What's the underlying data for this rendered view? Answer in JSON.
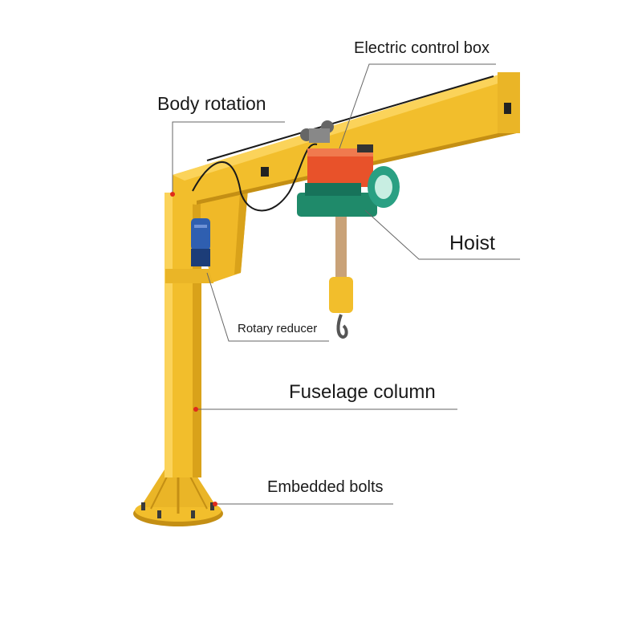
{
  "diagram": {
    "colors": {
      "steel_yellow": "#f2be2c",
      "steel_shadow": "#d9a21a",
      "control_box": "#e8522a",
      "hoist_body": "#1f8a6a",
      "motor_blue": "#2f5fb0",
      "leader_line": "#666666",
      "marker_dot": "#e02a1a"
    },
    "labels": {
      "body_rotation": "Body rotation",
      "electric_control_box": "Electric control box",
      "hoist": "Hoist",
      "rotary_reducer": "Rotary reducer",
      "fuselage_column": "Fuselage column",
      "embedded_bolts": "Embedded bolts"
    }
  }
}
